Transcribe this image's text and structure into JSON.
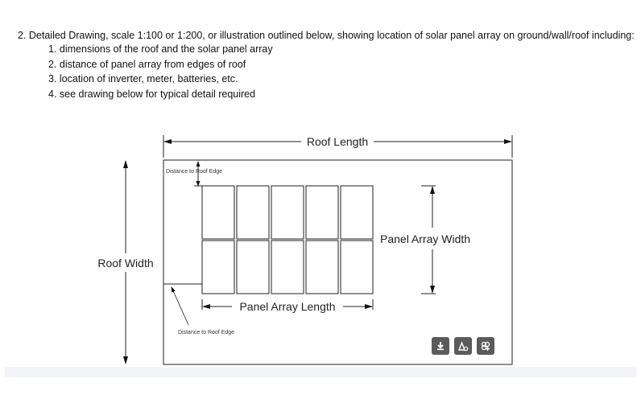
{
  "intro": "2. Detailed Drawing, scale 1:100 or 1:200, or illustration outlined below, showing location of solar panel array on ground/wall/roof including:",
  "requirements": [
    "1. dimensions of the roof and the solar panel array",
    "2. distance of panel array from edges of roof",
    "3. location of inverter, meter, batteries, etc.",
    "4. see drawing below for typical detail required"
  ],
  "drawing": {
    "roof_length": "Roof Length",
    "roof_width": "Roof Width",
    "panel_array_width": "Panel Array Width",
    "panel_array_length": "Panel Array Length",
    "distance_top": "Distance to Roof Edge",
    "distance_bottom": "Distance to Roof Edge",
    "panel_rows": 2,
    "panel_cols": 5
  },
  "toolbar": {
    "download_icon": "download-icon",
    "edit_icon": "edit-image-icon",
    "expand_icon": "expand-icon"
  }
}
